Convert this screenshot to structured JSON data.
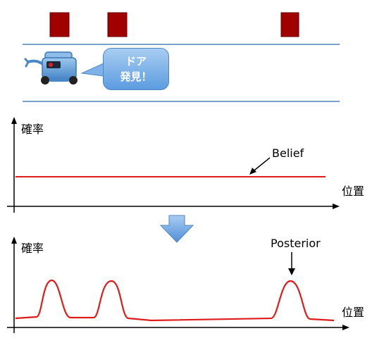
{
  "robot_scene": {
    "doors": [
      {
        "name": "door-1"
      },
      {
        "name": "door-2"
      },
      {
        "name": "door-3"
      }
    ],
    "speech_bubble": {
      "line1": "ドア",
      "line2": "発見！"
    }
  },
  "prior_plot": {
    "ylabel": "確率",
    "xlabel": "位置",
    "annotation": "Belief",
    "series_color": "#e01b1b"
  },
  "posterior_plot": {
    "ylabel": "確率",
    "xlabel": "位置",
    "annotation": "Posterior",
    "series_color": "#e01b1b"
  },
  "colors": {
    "door": "#a00000",
    "corridor_line": "#7aa0cc",
    "arrow_down": "#5b9ce0"
  }
}
